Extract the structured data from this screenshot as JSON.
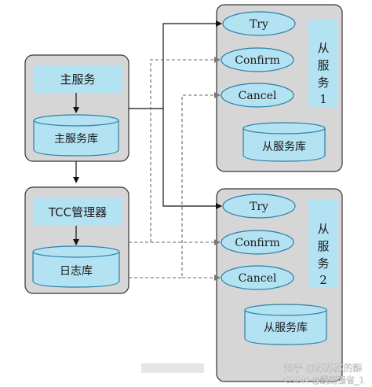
{
  "main_service": {
    "title": "主服务",
    "db_label": "主服务库"
  },
  "tcc_manager": {
    "title": "TCC管理器",
    "db_label": "日志库"
  },
  "slave_1": {
    "title": "从服务1",
    "try_label": "Try",
    "confirm_label": "Confirm",
    "cancel_label": "Cancel",
    "db_label": "从服务库"
  },
  "slave_2": {
    "title": "从服务2",
    "try_label": "Try",
    "confirm_label": "Confirm",
    "cancel_label": "Cancel",
    "db_label": "从服务库"
  },
  "watermark": {
    "zhihu": "知乎 @苏苏苏的酥",
    "csdn": "CSDN @蜗则强省_1"
  },
  "colors": {
    "panel_fill": "#d6d6d6",
    "panel_stroke": "#333333",
    "box_fill": "#b3e2f2",
    "ellipse_fill": "#ffffff",
    "ellipse_stroke": "#2a7fa6",
    "line_solid": "#111111",
    "line_dashed": "#666666"
  }
}
